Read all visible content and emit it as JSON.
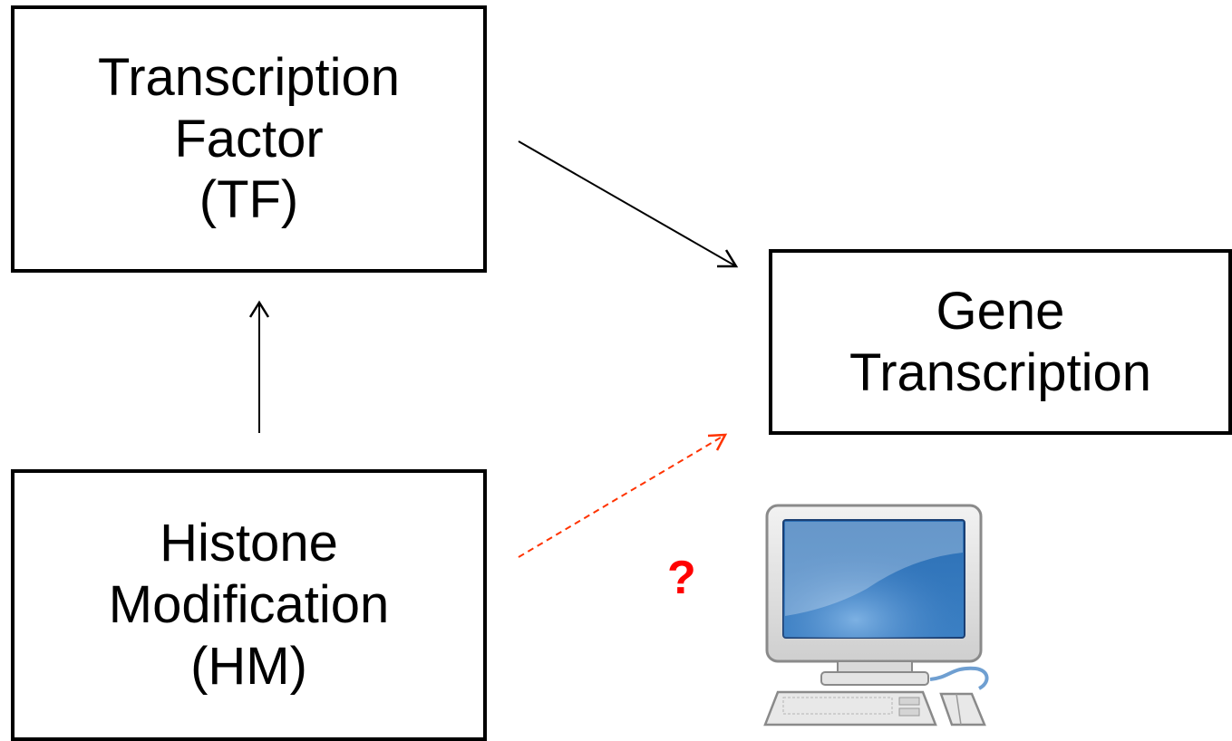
{
  "nodes": {
    "tf": {
      "lines": [
        "Transcription",
        "Factor",
        "(TF)"
      ]
    },
    "gene": {
      "lines": [
        "Gene",
        "Transcription"
      ]
    },
    "hm": {
      "lines": [
        "Histone",
        "Modification",
        "(HM)"
      ]
    }
  },
  "edges": [
    {
      "from": "hm",
      "to": "tf",
      "style": "solid",
      "color": "#000000"
    },
    {
      "from": "tf",
      "to": "gene",
      "style": "solid",
      "color": "#000000"
    },
    {
      "from": "hm",
      "to": "gene",
      "style": "dashed",
      "color": "#ff3300"
    }
  ],
  "question_mark": {
    "text": "?",
    "color": "#ff0000"
  },
  "computer": {
    "icon": "computer-icon"
  }
}
